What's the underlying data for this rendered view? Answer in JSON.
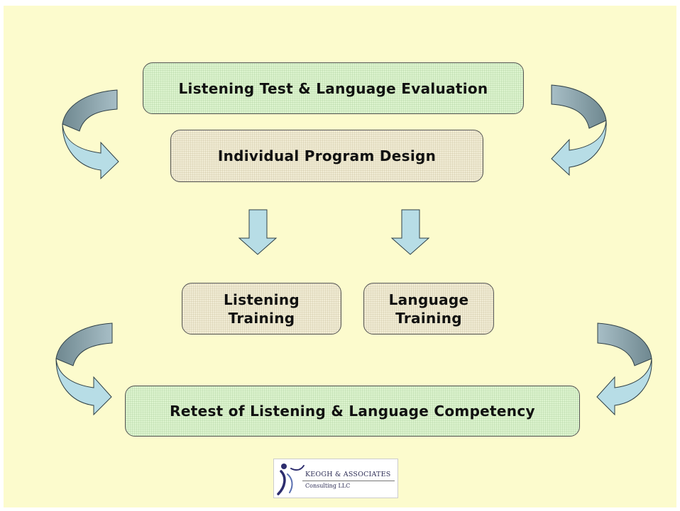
{
  "diagram": {
    "steps": {
      "evaluation": "Listening Test & Language Evaluation",
      "program_design": "Individual Program Design",
      "listening_training": [
        "Listening",
        "Training"
      ],
      "language_training": [
        "Language",
        "Training"
      ],
      "retest": "Retest of Listening & Language Competency"
    }
  },
  "logo": {
    "name": "KEOGH & ASSOCIATES",
    "subtitle": "Consulting LLC"
  },
  "colors": {
    "slide_background": "#fcfbcd",
    "box_green": "#ddf4cf",
    "box_beige": "#f1ecd5",
    "arrow_fill": "#b7dde6",
    "arrow_shade": "#8ea7b0",
    "arrow_stroke": "#2e3f46"
  },
  "icons": {
    "arrows": [
      "curved-arrow-icon",
      "down-arrow-icon"
    ],
    "logo": "keogh-logo-icon"
  }
}
